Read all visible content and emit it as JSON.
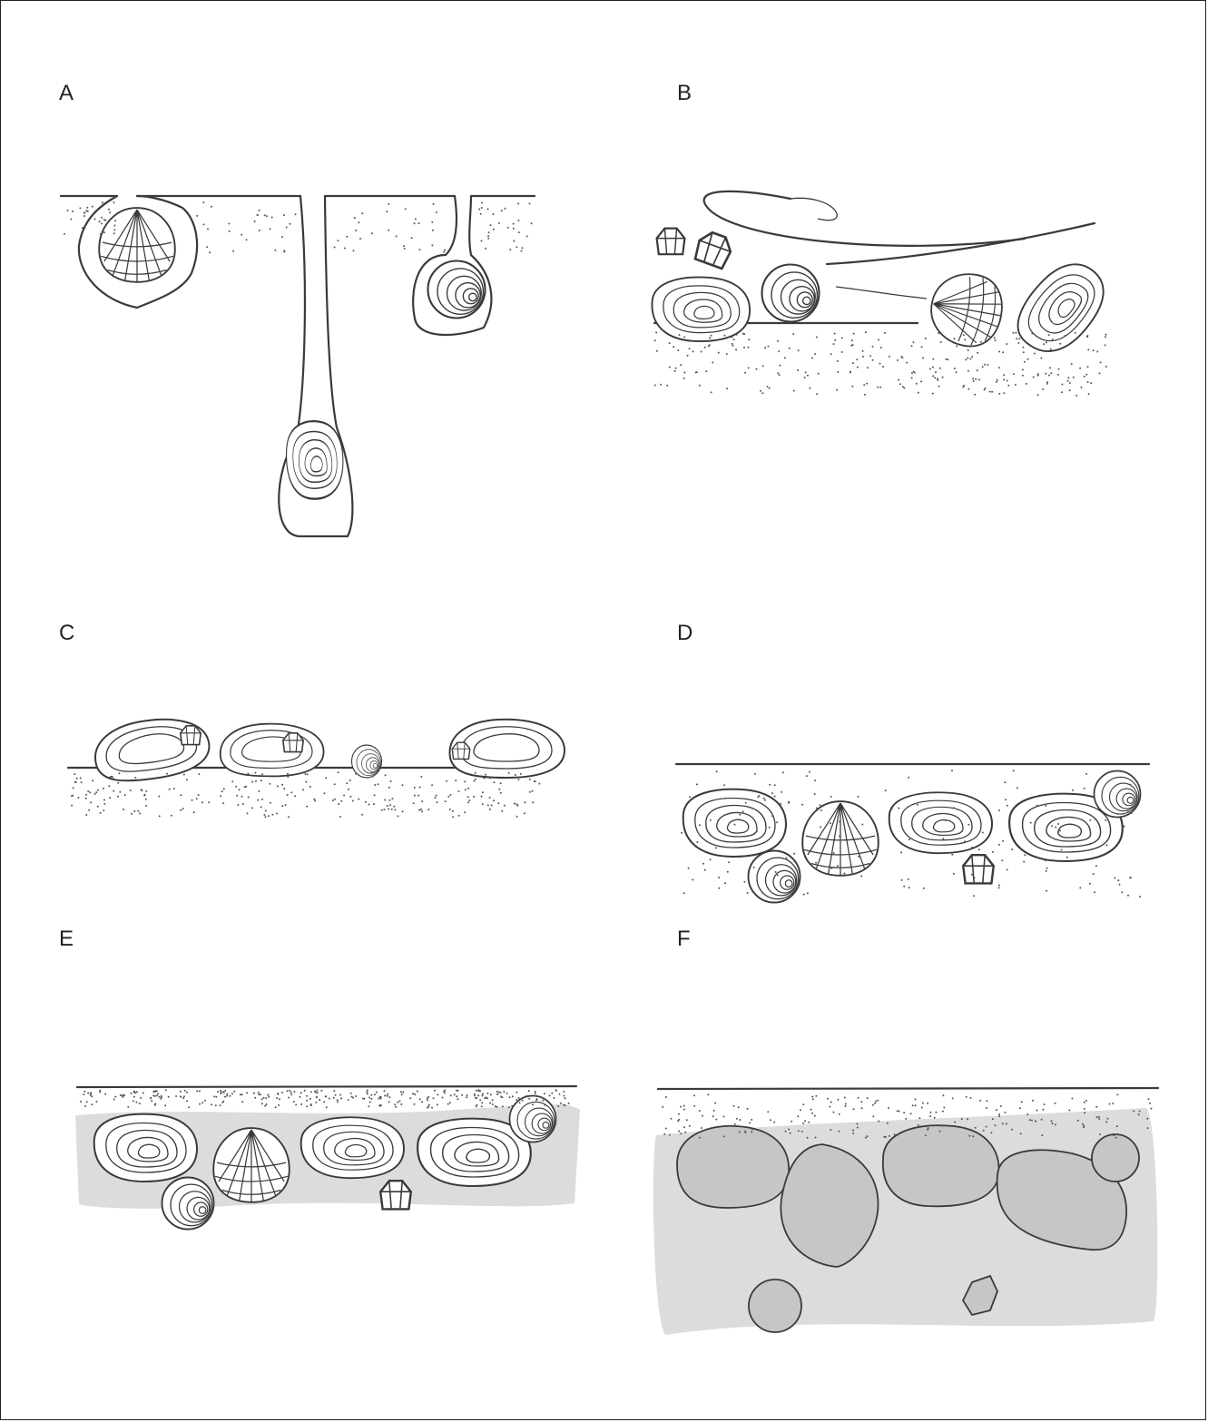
{
  "panels": [
    {
      "id": "A",
      "label": "A"
    },
    {
      "id": "B",
      "label": "B"
    },
    {
      "id": "C",
      "label": "C"
    },
    {
      "id": "D",
      "label": "D"
    },
    {
      "id": "E",
      "label": "E"
    },
    {
      "id": "F",
      "label": "F"
    }
  ],
  "colors": {
    "line": "#3a3a3a",
    "band": "#dcdcdd",
    "fossil": "#c6c6c6",
    "background": "#ffffff"
  }
}
